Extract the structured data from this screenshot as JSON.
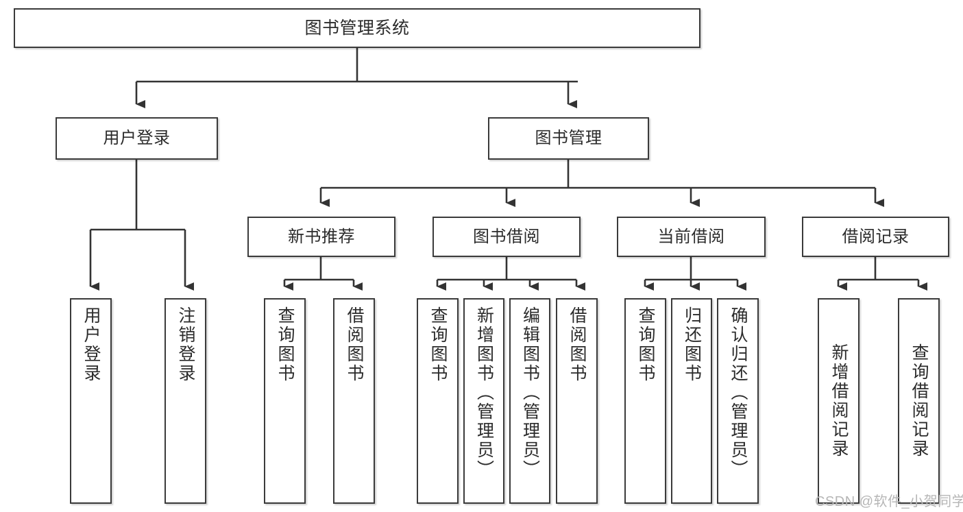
{
  "diagram": {
    "type": "tree-hierarchy-chart",
    "title": "图书管理系统",
    "levels": 4,
    "colors": {
      "box_border": "#3a3a3a",
      "box_fill": "#ffffff",
      "edge": "#333333",
      "text": "#2b2b2b",
      "watermark": "#b6b6b6",
      "background": "#ffffff"
    },
    "nodes": {
      "root": {
        "label": "图书管理系统"
      },
      "level2": [
        {
          "id": "user-login",
          "label": "用户登录"
        },
        {
          "id": "book-manage",
          "label": "图书管理"
        }
      ],
      "level3": [
        {
          "id": "new-book-recommend",
          "label": "新书推荐"
        },
        {
          "id": "book-borrow",
          "label": "图书借阅"
        },
        {
          "id": "current-borrow",
          "label": "当前借阅"
        },
        {
          "id": "borrow-record",
          "label": "借阅记录"
        }
      ],
      "leaves": {
        "user_login": [
          {
            "id": "leaf-user-login",
            "label": "用户登录"
          },
          {
            "id": "leaf-logout-login",
            "label": "注销登录"
          }
        ],
        "new_book_recommend": [
          {
            "id": "leaf-query-book-1",
            "label": "查询图书"
          },
          {
            "id": "leaf-borrow-book-1",
            "label": "借阅图书"
          }
        ],
        "book_borrow": [
          {
            "id": "leaf-query-book-2",
            "label": "查询图书"
          },
          {
            "id": "leaf-add-book",
            "label": "新增图书（管理员）"
          },
          {
            "id": "leaf-edit-book",
            "label": "编辑图书（管理员）"
          },
          {
            "id": "leaf-borrow-book-2",
            "label": "借阅图书"
          }
        ],
        "current_borrow": [
          {
            "id": "leaf-query-book-3",
            "label": "查询图书"
          },
          {
            "id": "leaf-return-book",
            "label": "归还图书"
          },
          {
            "id": "leaf-confirm-return",
            "label": "确认归还（管理员）"
          }
        ],
        "borrow_record": [
          {
            "id": "leaf-add-borrow-record",
            "label": "新增借阅记录"
          },
          {
            "id": "leaf-query-borrow-record",
            "label": "查询借阅记录"
          }
        ]
      }
    },
    "watermark": "CSDN @软件_小贺同学"
  }
}
